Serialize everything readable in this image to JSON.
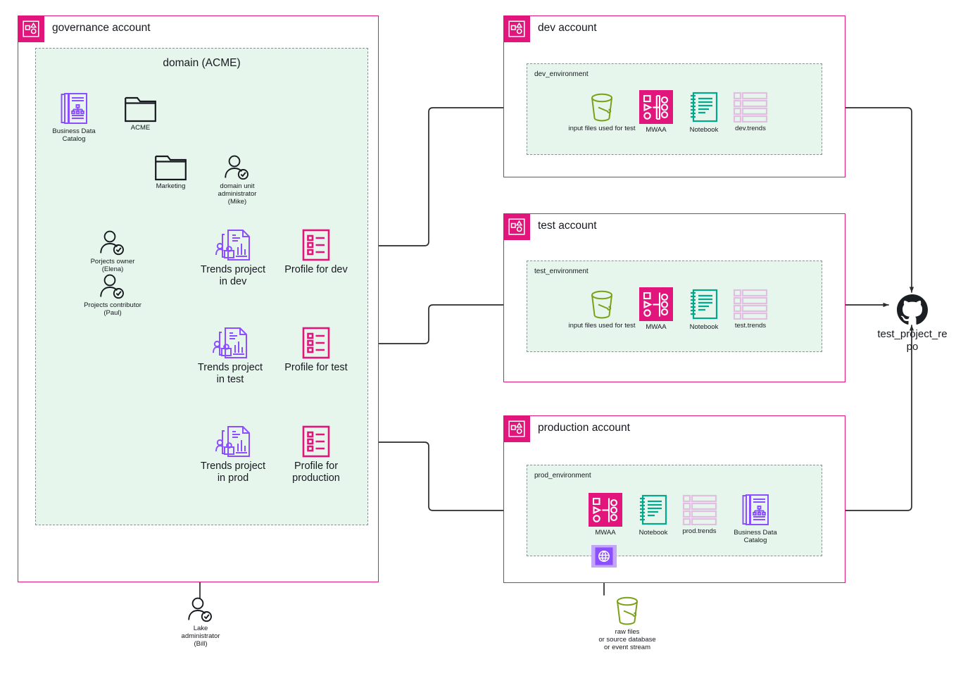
{
  "accounts": [
    {
      "id": "governance",
      "title": "governance account"
    },
    {
      "id": "dev",
      "title": "dev account"
    },
    {
      "id": "test",
      "title": "test account"
    },
    {
      "id": "production",
      "title": "production account"
    }
  ],
  "governance": {
    "domain_title": "domain (ACME)",
    "nodes": {
      "catalog": {
        "label": "Business Data Catalog",
        "icon": "business-data-catalog-icon"
      },
      "acme": {
        "label": "ACME",
        "icon": "folder-icon"
      },
      "marketing": {
        "label": "Marketing",
        "icon": "folder-icon"
      },
      "domain_admin": {
        "label": "domain unit\nadministrator\n(Mike)",
        "icon": "user-check-icon"
      },
      "owner": {
        "label": "Porjects owner\n(Elena)",
        "icon": "user-check-icon"
      },
      "contributor": {
        "label": "Projects contributor\n(Paul)",
        "icon": "user-check-icon"
      },
      "project_dev": {
        "label": "Trends project\nin dev",
        "icon": "project-icon"
      },
      "project_test": {
        "label": "Trends project\nin test",
        "icon": "project-icon"
      },
      "project_prod": {
        "label": "Trends project\nin prod",
        "icon": "project-icon"
      },
      "profile_dev": {
        "label": "Profile for dev",
        "icon": "profile-icon"
      },
      "profile_test": {
        "label": "Profile for test",
        "icon": "profile-icon"
      },
      "profile_prod": {
        "label": "Profile for\nproduction",
        "icon": "profile-icon"
      }
    }
  },
  "dev": {
    "env_label": "dev_environment",
    "nodes": {
      "bucket": {
        "label": "input files used for test",
        "icon": "s3-bucket-icon"
      },
      "mwaa": {
        "label": "MWAA",
        "icon": "mwaa-icon"
      },
      "notebook": {
        "label": "Notebook",
        "icon": "notebook-icon"
      },
      "table": {
        "label": "dev.trends",
        "icon": "table-icon"
      }
    }
  },
  "test": {
    "env_label": "test_environment",
    "nodes": {
      "bucket": {
        "label": "input files used for test",
        "icon": "s3-bucket-icon"
      },
      "mwaa": {
        "label": "MWAA",
        "icon": "mwaa-icon"
      },
      "notebook": {
        "label": "Notebook",
        "icon": "notebook-icon"
      },
      "table": {
        "label": "test.trends",
        "icon": "table-icon"
      }
    }
  },
  "production": {
    "env_label": "prod_environment",
    "nodes": {
      "mwaa": {
        "label": "MWAA",
        "icon": "mwaa-icon"
      },
      "notebook": {
        "label": "Notebook",
        "icon": "notebook-icon"
      },
      "table": {
        "label": "prod.trends",
        "icon": "table-icon"
      },
      "catalog": {
        "label": "Business Data Catalog",
        "icon": "business-data-catalog-icon"
      },
      "glue": {
        "label": "",
        "icon": "glue-crawler-icon"
      },
      "raw": {
        "label": "raw files\nor source database\nor event stream",
        "icon": "s3-bucket-icon"
      }
    }
  },
  "repo": {
    "label": "test_project_re\npo",
    "icon": "github-icon"
  },
  "lake_admin": {
    "label": "Lake\nadministrator\n(Bill)",
    "icon": "user-check-icon"
  },
  "colors": {
    "accent_pink": "#e1157b",
    "env_fill": "#e7f6ec",
    "env_border": "#879196",
    "purple": "#8c4fff",
    "teal": "#01a88d",
    "olive": "#7aa116",
    "table_pink": "#e0bfe0",
    "glue_purple": "#8c4fff",
    "line": "#2b2b2b",
    "text": "#16191f"
  }
}
